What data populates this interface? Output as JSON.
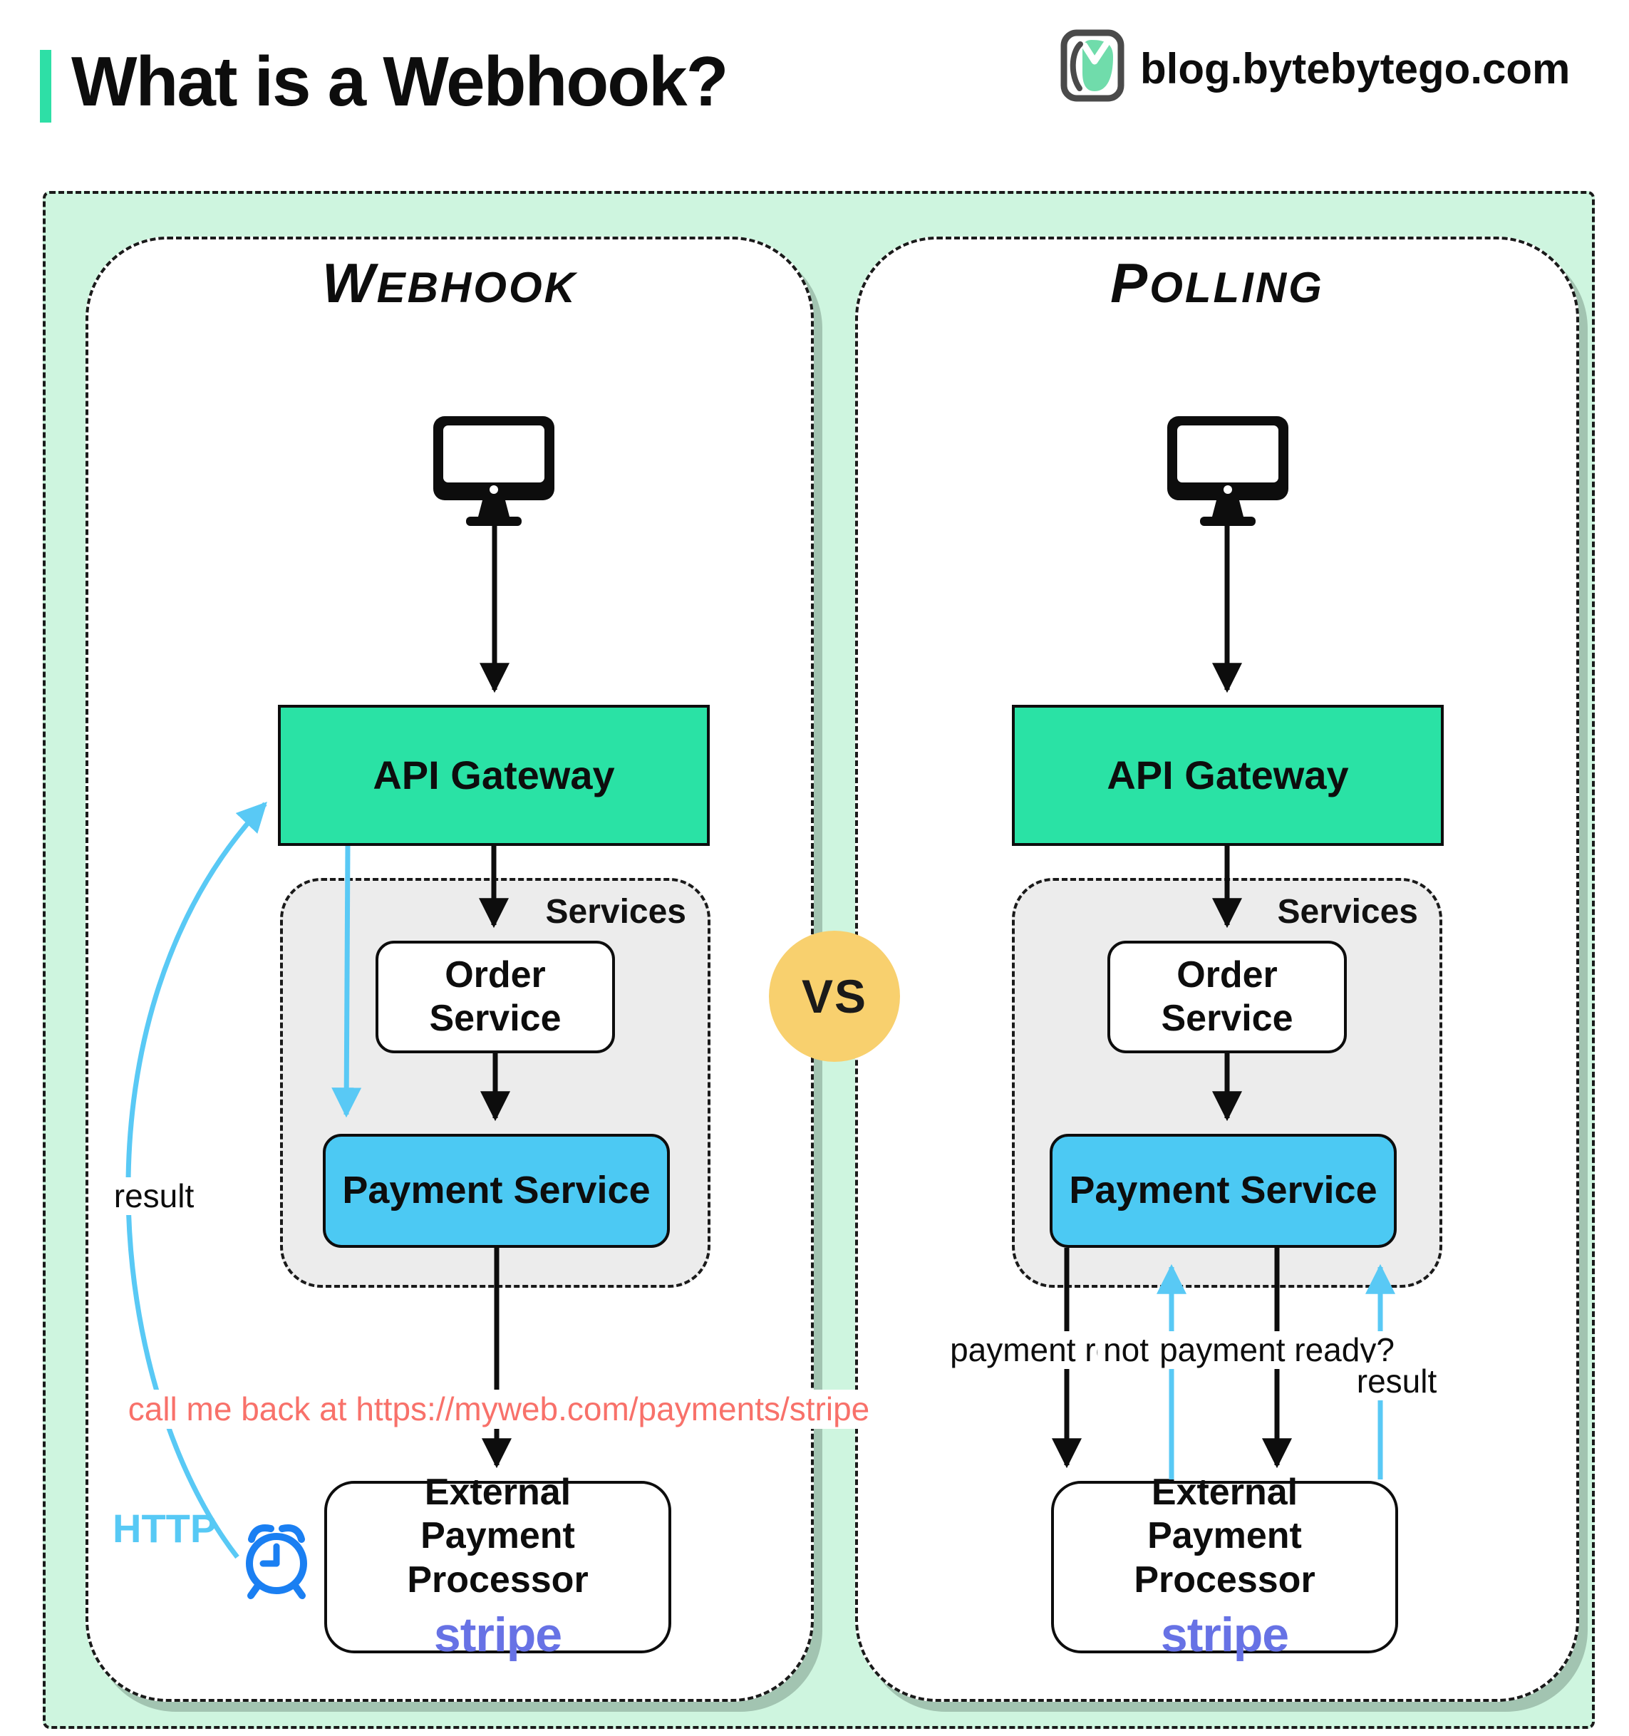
{
  "header": {
    "title": "What is a Webhook?",
    "site": "blog.bytebytego.com"
  },
  "vs": "VS",
  "colors": {
    "accent_teal": "#2edfa6",
    "mint_background": "#cef5df",
    "gateway_green": "#2ae2a5",
    "payment_blue": "#4cc9f3",
    "arrow_blue": "#59c9f5",
    "clock_blue": "#1a7ff2",
    "vs_yellow": "#f8d06e",
    "note_red": "#f8716a",
    "stripe_purple": "#6772e5",
    "services_gray": "#ececec"
  },
  "left": {
    "title": "Webhook",
    "api_gateway": "API Gateway",
    "services": "Services",
    "order_line1": "Order",
    "order_line2": "Service",
    "payment": "Payment Service",
    "callback_line1": "call me back at",
    "callback_line2": "https://myweb.com/payments/stripe",
    "external_line1": "External",
    "external_line2": "Payment Processor",
    "stripe": "stripe",
    "result": "result",
    "http": "HTTP"
  },
  "right": {
    "title": "Polling",
    "api_gateway": "API Gateway",
    "services": "Services",
    "order_line1": "Order",
    "order_line2": "Service",
    "payment": "Payment Service",
    "arrow_labels": [
      {
        "line1": "payment",
        "line2": "ready?"
      },
      {
        "line1": "not",
        "line2": "ready"
      },
      {
        "line1": "payment",
        "line2": "ready?"
      },
      {
        "line1": "result",
        "line2": ""
      }
    ],
    "external_line1": "External",
    "external_line2": "Payment Processor",
    "stripe": "stripe"
  }
}
